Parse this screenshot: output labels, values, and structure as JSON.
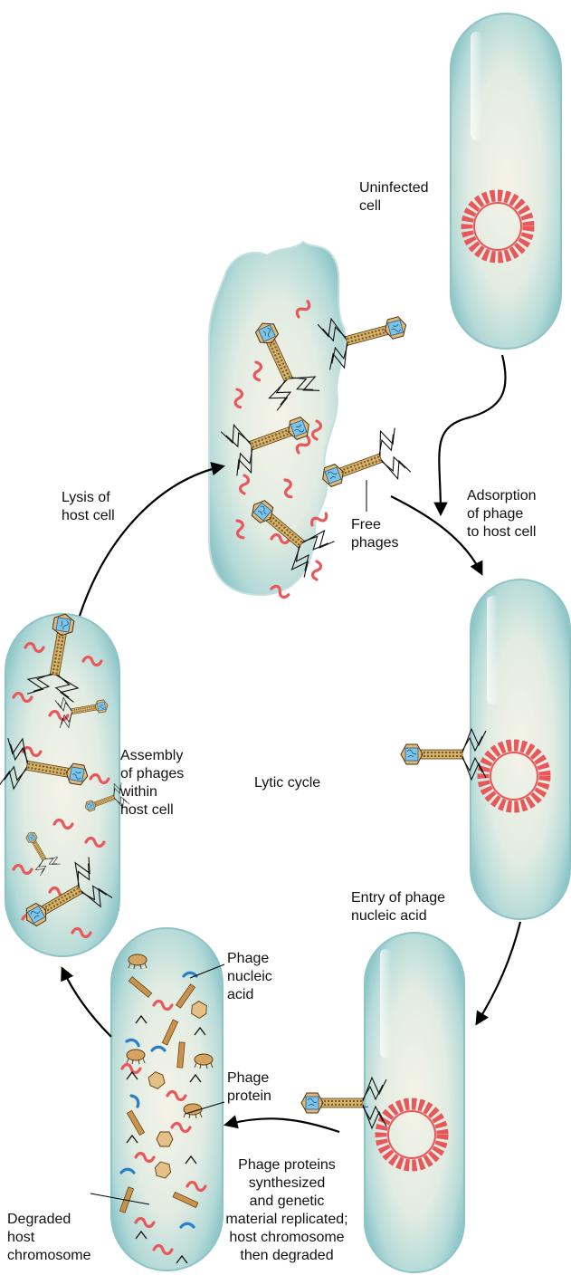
{
  "labels": {
    "uninfected": [
      "Uninfected",
      "cell"
    ],
    "adsorption": [
      "Adsorption",
      "of phage",
      "to host cell"
    ],
    "entry": [
      "Entry of phage",
      "nucleic acid"
    ],
    "synthesis": [
      "Phage proteins",
      "synthesized",
      "and genetic",
      "material replicated;",
      "host chromosome",
      "then degraded"
    ],
    "assembly": [
      "Assembly",
      "of phages",
      "within",
      "host cell"
    ],
    "lysis": [
      "Lysis of",
      "host cell"
    ],
    "free_phages": [
      "Free",
      "phages"
    ],
    "lytic_cycle": "Lytic cycle",
    "phage_nucleic_acid": [
      "Phage",
      "nucleic",
      "acid"
    ],
    "phage_protein": [
      "Phage",
      "protein"
    ],
    "degraded": [
      "Degraded",
      "host",
      "chromosome"
    ]
  },
  "colors": {
    "cell_fill": "#a8d2d4",
    "cell_inner": "#f4f2e6",
    "chromosome": "#e8585a",
    "nucleic_acid": "#2a7fc9",
    "phage_body": "#d9a86a",
    "phage_dna": "#5bb0e0",
    "arrow": "#000000"
  }
}
